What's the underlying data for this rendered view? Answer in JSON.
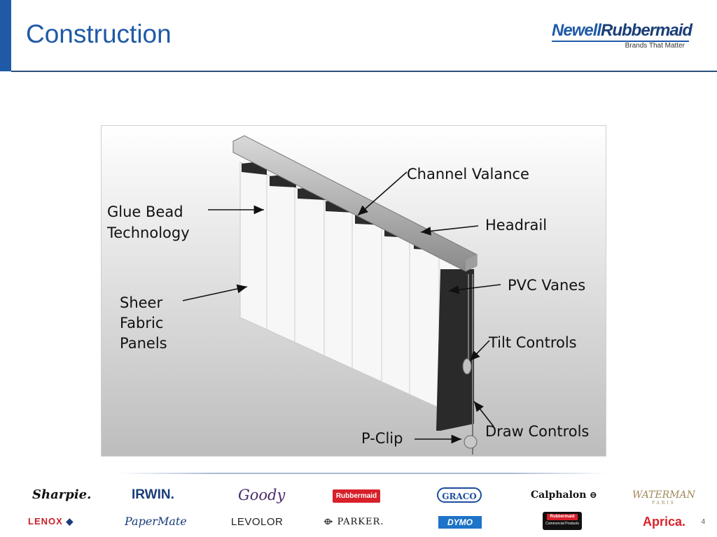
{
  "slide": {
    "title": "Construction",
    "page_number": "4"
  },
  "logo": {
    "brand_part1": "Newell",
    "brand_part2": "Rubbermaid",
    "tagline": "Brands That Matter"
  },
  "diagram": {
    "callouts": {
      "glue_bead_line1": "Glue Bead",
      "glue_bead_line2": "Technology",
      "sheer_line1": "Sheer",
      "sheer_line2": "Fabric",
      "sheer_line3": "Panels",
      "channel_valance": "Channel Valance",
      "headrail": "Headrail",
      "pvc_vanes": "PVC Vanes",
      "tilt_controls": "Tilt Controls",
      "draw_controls": "Draw Controls",
      "p_clip": "P-Clip"
    }
  },
  "footer": {
    "brands_row1": [
      "Sharpie.",
      "IRWIN.",
      "Goody",
      "Rubbermaid",
      "GRACO",
      "Calphalon",
      "WATERMAN"
    ],
    "brands_row2": [
      "LENOX",
      "PaperMate",
      "LEVOLOR",
      "PARKER.",
      "DYMO",
      "Rubbermaid",
      "Aprica."
    ],
    "waterman_sub": "PARIS",
    "rubbermaid_commercial_sub": "Commercial Products",
    "colors": {
      "rubbermaid_red": "#d8202a",
      "graco_blue": "#1a4e9c",
      "dymo_blue": "#1d74c8",
      "aprica_red": "#d9232a",
      "lenox_red": "#c8202a"
    }
  }
}
